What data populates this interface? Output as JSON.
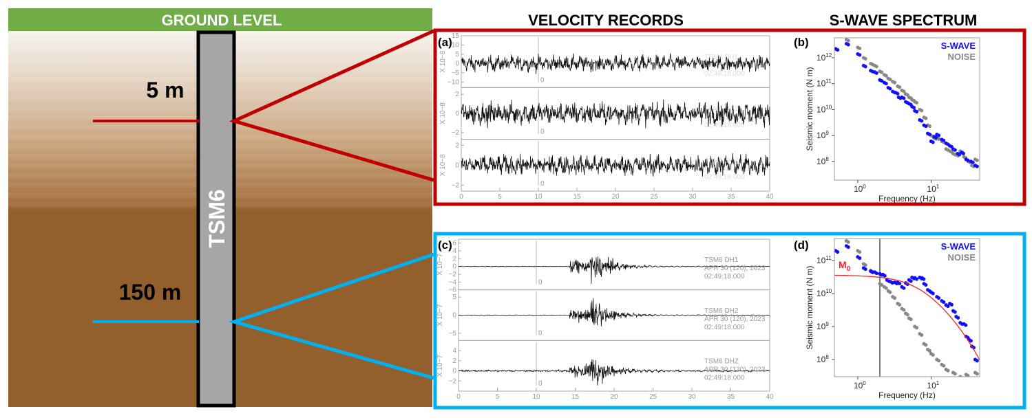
{
  "ground_label": "GROUND LEVEL",
  "station": "TSM6",
  "depths": [
    "5 m",
    "150 m"
  ],
  "headers": {
    "velocity": "VELOCITY RECORDS",
    "spectrum": "S-WAVE SPECTRUM"
  },
  "colors": {
    "ground": "#70ad47",
    "shallow": "#c00000",
    "deep": "#00b0f0",
    "swave": "#1010ff",
    "noise": "#888888",
    "model": "#ff2020",
    "soil": "#935f2d"
  },
  "velocity_panels": [
    {
      "tag": "(a)",
      "xlim": [
        0,
        40
      ],
      "xticks": [
        "0",
        "5",
        "10",
        "15",
        "20",
        "25",
        "30",
        "35",
        "40"
      ],
      "marker": "0",
      "traces": [
        {
          "channel": "TSM6   DH1",
          "date": "APR 30 (120), 2023",
          "time": "02:49:18.000",
          "unit": "X 10−8",
          "yticks": [
            "15",
            "10",
            "5",
            "0",
            "−5",
            "−10"
          ],
          "ylim": [
            -13,
            15
          ],
          "noise_amp": 2.5,
          "event_amp": 0
        },
        {
          "channel": "TSM6   DH2",
          "date": "APR 30 (120), 2023",
          "time": "02:49:18.000",
          "unit": "X 10−8",
          "yticks": [
            "2",
            "0",
            "−2"
          ],
          "ylim": [
            -2.7,
            2.7
          ],
          "noise_amp": 0.7,
          "event_amp": 0
        },
        {
          "channel": "TSM6   DHZ",
          "date": "APR 30 (120), 2023",
          "time": "02:49:18.000",
          "unit": "X 10−8",
          "yticks": [
            "2",
            "0",
            "−2"
          ],
          "ylim": [
            -2.6,
            2.6
          ],
          "noise_amp": 0.6,
          "event_amp": 0
        }
      ]
    },
    {
      "tag": "(c)",
      "xlim": [
        0,
        40
      ],
      "xticks": [
        "0",
        "5",
        "10",
        "15",
        "20",
        "25",
        "30",
        "35",
        "40"
      ],
      "marker": "0",
      "traces": [
        {
          "channel": "TSM6   DH1",
          "date": "APR 30 (120), 2023",
          "time": "02:49:18.000",
          "unit": "X 10−7",
          "yticks": [
            "6",
            "4",
            "2",
            "0",
            "−2",
            "−4",
            "−6"
          ],
          "ylim": [
            -6,
            7
          ],
          "noise_amp": 0.05,
          "event_amp": 6.2,
          "p_onset_s": 14.3,
          "s_onset_s": 17.0
        },
        {
          "channel": "TSM6   DH2",
          "date": "APR 30 (120), 2023",
          "time": "02:49:18.000",
          "unit": "X 10−7",
          "yticks": [
            "5",
            "0",
            "−5"
          ],
          "ylim": [
            -7,
            7
          ],
          "noise_amp": 0.05,
          "event_amp": 6.5,
          "p_onset_s": 14.3,
          "s_onset_s": 17.0
        },
        {
          "channel": "TSM6   DHZ",
          "date": "APR 30 (120), 2023",
          "time": "02:49:18.000",
          "unit": "X 10−7",
          "yticks": [
            "4",
            "2",
            "0",
            "−2"
          ],
          "ylim": [
            -4,
            6
          ],
          "noise_amp": 0.1,
          "event_amp": 5,
          "p_onset_s": 14.3,
          "s_onset_s": 17.0
        }
      ]
    }
  ],
  "chart_data": [
    {
      "type": "scatter",
      "tag": "(b)",
      "xlabel": "Frequency (Hz)",
      "ylabel": "Seismic moment (N m)",
      "xscale": "log",
      "yscale": "log",
      "xlim": [
        0.48,
        46
      ],
      "ylim": [
        19000000.0,
        5900000000000.0
      ],
      "xticks": [
        {
          "v": 1,
          "label": "10",
          "exp": "0"
        },
        {
          "v": 10,
          "label": "10",
          "exp": "1"
        }
      ],
      "yticks": [
        {
          "v": 1000000000000.0,
          "label": "10",
          "exp": "12"
        },
        {
          "v": 100000000000.0,
          "label": "10",
          "exp": "11"
        },
        {
          "v": 10000000000.0,
          "label": "10",
          "exp": "10"
        },
        {
          "v": 1000000000.0,
          "label": "10",
          "exp": "9"
        },
        {
          "v": 100000000.0,
          "label": "10",
          "exp": "8"
        }
      ],
      "legend": {
        "position": "top-right",
        "entries": [
          "S-WAVE",
          "NOISE"
        ]
      },
      "series": [
        {
          "name": "NOISE",
          "points": [
            [
              0.7,
              5000000000000.0
            ],
            [
              1,
              2500000000000.0
            ],
            [
              1.2,
              1000000000000.0
            ],
            [
              1.5,
              600000000000.0
            ],
            [
              1.7,
              500000000000.0
            ],
            [
              2,
              300000000000.0
            ],
            [
              2.3,
              220000000000.0
            ],
            [
              2.6,
              160000000000.0
            ],
            [
              3,
              120000000000.0
            ],
            [
              3.5,
              80000000000.0
            ],
            [
              4,
              55000000000.0
            ],
            [
              4.5,
              40000000000.0
            ],
            [
              5,
              30000000000.0
            ],
            [
              5.5,
              24000000000.0
            ],
            [
              6,
              20000000000.0
            ],
            [
              7,
              10000000000.0
            ],
            [
              8,
              5000000000.0
            ],
            [
              9,
              2500000000.0
            ],
            [
              10,
              1000000000.0
            ],
            [
              11,
              800000000.0
            ],
            [
              12,
              800000000.0
            ],
            [
              14,
              600000000.0
            ],
            [
              16,
              300000000.0
            ],
            [
              18,
              250000000.0
            ],
            [
              20,
              200000000.0
            ],
            [
              22,
              180000000.0
            ],
            [
              25,
              250000000.0
            ],
            [
              28,
              150000000.0
            ],
            [
              32,
              100000000.0
            ],
            [
              36,
              70000000.0
            ],
            [
              40,
              120000000.0
            ]
          ]
        },
        {
          "name": "S-WAVE",
          "points": [
            [
              0.5,
              2200000000000.0
            ],
            [
              0.7,
              3500000000000.0
            ],
            [
              1,
              1400000000000.0
            ],
            [
              1.2,
              500000000000.0
            ],
            [
              1.5,
              320000000000.0
            ],
            [
              1.7,
              280000000000.0
            ],
            [
              2,
              140000000000.0
            ],
            [
              2.3,
              110000000000.0
            ],
            [
              2.6,
              70000000000.0
            ],
            [
              3,
              50000000000.0
            ],
            [
              3.3,
              45000000000.0
            ],
            [
              3.6,
              30000000000.0
            ],
            [
              4,
              30000000000.0
            ],
            [
              4.5,
              20000000000.0
            ],
            [
              5,
              17000000000.0
            ],
            [
              5.5,
              13000000000.0
            ],
            [
              6,
              9000000000.0
            ],
            [
              7,
              4000000000.0
            ],
            [
              8,
              2500000000.0
            ],
            [
              9,
              1200000000.0
            ],
            [
              10,
              600000000.0
            ],
            [
              11,
              900000000.0
            ],
            [
              12,
              1100000000.0
            ],
            [
              14,
              700000000.0
            ],
            [
              16,
              500000000.0
            ],
            [
              18,
              400000000.0
            ],
            [
              20,
              300000000.0
            ],
            [
              23,
              200000000.0
            ],
            [
              26,
              220000000.0
            ],
            [
              30,
              120000000.0
            ],
            [
              35,
              100000000.0
            ],
            [
              40,
              70000000.0
            ]
          ]
        }
      ]
    },
    {
      "type": "scatter",
      "tag": "(d)",
      "xlabel": "Frequency (Hz)",
      "ylabel": "Seismic moment (N m)",
      "xscale": "log",
      "yscale": "log",
      "xlim": [
        0.48,
        46
      ],
      "ylim": [
        30000000.0,
        470000000000.0
      ],
      "xticks": [
        {
          "v": 1,
          "label": "10",
          "exp": "0"
        },
        {
          "v": 10,
          "label": "10",
          "exp": "1"
        }
      ],
      "yticks": [
        {
          "v": 100000000000.0,
          "label": "10",
          "exp": "11"
        },
        {
          "v": 10000000000.0,
          "label": "10",
          "exp": "10"
        },
        {
          "v": 1000000000.0,
          "label": "10",
          "exp": "9"
        },
        {
          "v": 100000000.0,
          "label": "10",
          "exp": "8"
        }
      ],
      "legend": {
        "position": "top-right",
        "entries": [
          "S-WAVE",
          "NOISE"
        ]
      },
      "vline_hz": 2,
      "model": {
        "label": "M",
        "sub": "0",
        "M0": 37000000000.0,
        "fc_hz": 7,
        "tstar": 0.015
      },
      "series": [
        {
          "name": "NOISE",
          "points": [
            [
              0.7,
              400000000000.0
            ],
            [
              1,
              200000000000.0
            ],
            [
              1.2,
              80000000000.0
            ],
            [
              1.5,
              50000000000.0
            ],
            [
              2,
              20000000000.0
            ],
            [
              2.3,
              16000000000.0
            ],
            [
              2.6,
              12000000000.0
            ],
            [
              3,
              8000000000.0
            ],
            [
              3.5,
              5000000000.0
            ],
            [
              4,
              3500000000.0
            ],
            [
              4.5,
              2500000000.0
            ],
            [
              5,
              1800000000.0
            ],
            [
              6,
              1000000000.0
            ],
            [
              7,
              600000000.0
            ],
            [
              8,
              300000000.0
            ],
            [
              9,
              200000000.0
            ],
            [
              10,
              150000000.0
            ],
            [
              12,
              100000000.0
            ],
            [
              14,
              70000000.0
            ],
            [
              16,
              50000000.0
            ],
            [
              20,
              40000000.0
            ],
            [
              25,
              30000000.0
            ],
            [
              30,
              35000000.0
            ],
            [
              35,
              25000000.0
            ],
            [
              40,
              40000000.0
            ]
          ]
        },
        {
          "name": "S-WAVE",
          "points": [
            [
              0.5,
              200000000000.0
            ],
            [
              0.7,
              280000000000.0
            ],
            [
              1,
              130000000000.0
            ],
            [
              1.2,
              60000000000.0
            ],
            [
              1.5,
              48000000000.0
            ],
            [
              1.7,
              45000000000.0
            ],
            [
              2,
              40000000000.0
            ],
            [
              2.2,
              38000000000.0
            ],
            [
              2.5,
              26000000000.0
            ],
            [
              2.8,
              23000000000.0
            ],
            [
              3.2,
              22000000000.0
            ],
            [
              3.5,
              22000000000.0
            ],
            [
              4,
              16000000000.0
            ],
            [
              4.5,
              21000000000.0
            ],
            [
              5,
              26000000000.0
            ],
            [
              5.5,
              31000000000.0
            ],
            [
              6,
              30000000000.0
            ],
            [
              7,
              31000000000.0
            ],
            [
              7.5,
              30000000000.0
            ],
            [
              8,
              20000000000.0
            ],
            [
              9,
              13000000000.0
            ],
            [
              10,
              11000000000.0
            ],
            [
              12,
              8000000000.0
            ],
            [
              14,
              6000000000.0
            ],
            [
              16,
              4500000000.0
            ],
            [
              18,
              5000000000.0
            ],
            [
              20,
              3000000000.0
            ],
            [
              22,
              2000000000.0
            ],
            [
              25,
              1300000000.0
            ],
            [
              28,
              1200000000.0
            ],
            [
              30,
              500000000.0
            ],
            [
              33,
              400000000.0
            ],
            [
              36,
              250000000.0
            ],
            [
              40,
              100000000.0
            ]
          ]
        }
      ]
    }
  ]
}
